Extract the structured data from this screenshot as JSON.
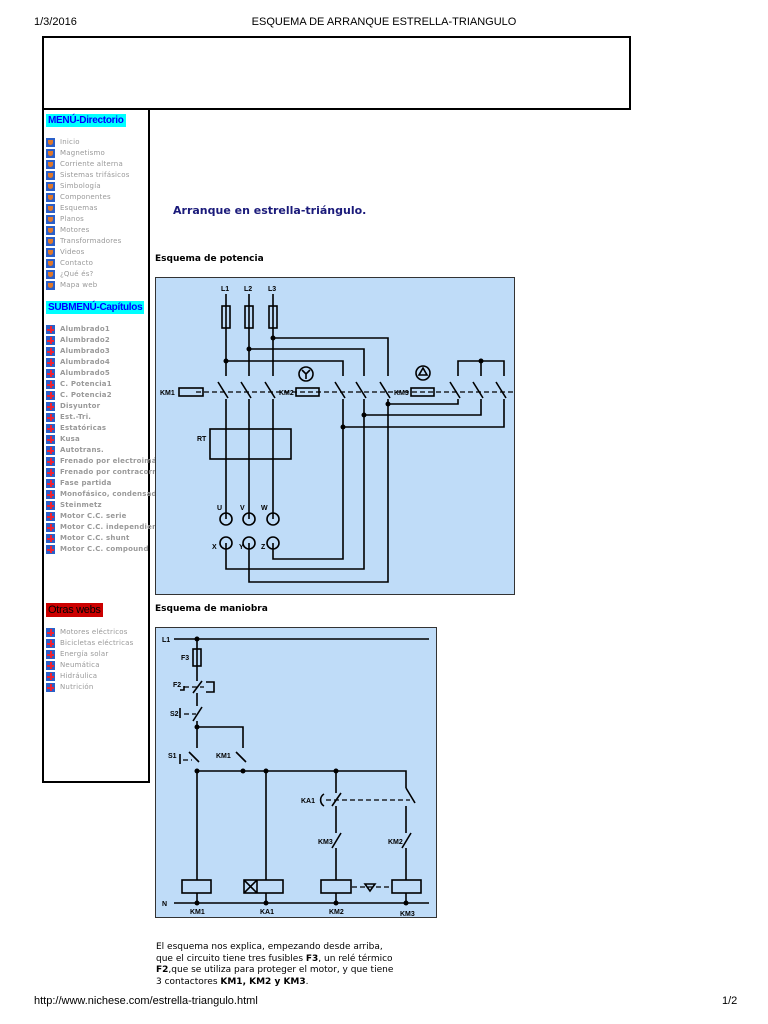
{
  "header": {
    "date": "1/3/2016",
    "title": "ESQUEMA DE ARRANQUE ESTRELLA-TRIANGULO",
    "url": "http://www.nichese.com/estrella-triangulo.html",
    "page": "1/2"
  },
  "menu": {
    "title": "MENÚ-Directorio",
    "items": [
      "Inicio",
      "Magnetismo",
      "Corriente alterna",
      "Sistemas trifásicos",
      "Simbología",
      "Componentes",
      "Esquemas",
      "Planos",
      "Motores",
      "Transformadores",
      "Videos",
      "Contacto",
      "¿Qué és?",
      "Mapa web"
    ]
  },
  "submenu": {
    "title": "SUBMENÚ-Capítulos",
    "items": [
      "Alumbrado1",
      "Alumbrado2",
      "Alumbrado3",
      "Alumbrado4",
      "Alumbrado5",
      "C. Potencia1",
      "C. Potencia2",
      "Disyuntor",
      "Est.-Tri.",
      "Estatóricas",
      "Kusa",
      "Autotrans.",
      "Frenado por electroimán",
      "Frenado por contracorriente",
      "Fase partida",
      "Monofásico, condensador",
      "Steinmetz",
      "Motor C.C. serie",
      "Motor C.C. independiente",
      "Motor C.C. shunt",
      "Motor C.C. compound"
    ]
  },
  "otras": {
    "title": "Otras webs",
    "items": [
      "Motores eléctricos",
      "Bicicletas eléctricas",
      "Energía solar",
      "Neumática",
      "Hidráulica",
      "Nutrición"
    ]
  },
  "main": {
    "title": "Arranque en estrella-triángulo.",
    "power_title": "Esquema de potencia",
    "control_title": "Esquema de maniobra",
    "power_labels": {
      "l1": "L1",
      "l2": "L2",
      "l3": "L3",
      "km1": "KM1",
      "km2": "KM2",
      "km3": "KM3",
      "rt": "RT",
      "u": "U",
      "v": "V",
      "w": "W",
      "x": "X",
      "y": "Y",
      "z": "Z"
    },
    "control_labels": {
      "l1": "L1",
      "n": "N",
      "f3": "F3",
      "f2": "F2",
      "s2": "S2",
      "s1": "S1",
      "km1c": "KM1",
      "ka1c": "KA1",
      "km3c": "KM3",
      "km2c": "KM2",
      "km1": "KM1",
      "ka1": "KA1",
      "km2": "KM2",
      "km3": "KM3"
    },
    "paragraph": [
      {
        "t": "El esquema nos explica, empezando desde arriba, que el circuito tiene tres fusibles "
      },
      {
        "b": "F3"
      },
      {
        "t": ", un relé térmico "
      },
      {
        "b": "F2"
      },
      {
        "t": ",que se utiliza para proteger el motor, y que tiene 3 contactores "
      },
      {
        "b": "KM1, KM2 y KM3"
      },
      {
        "t": "."
      }
    ]
  },
  "colors": {
    "menu_title_bg": "#00ffff",
    "menu_title_fg": "#0000ff",
    "otras_bg": "#cc0000",
    "diagram_bg": "#bfdcf8",
    "title": "#1a1a7a"
  }
}
